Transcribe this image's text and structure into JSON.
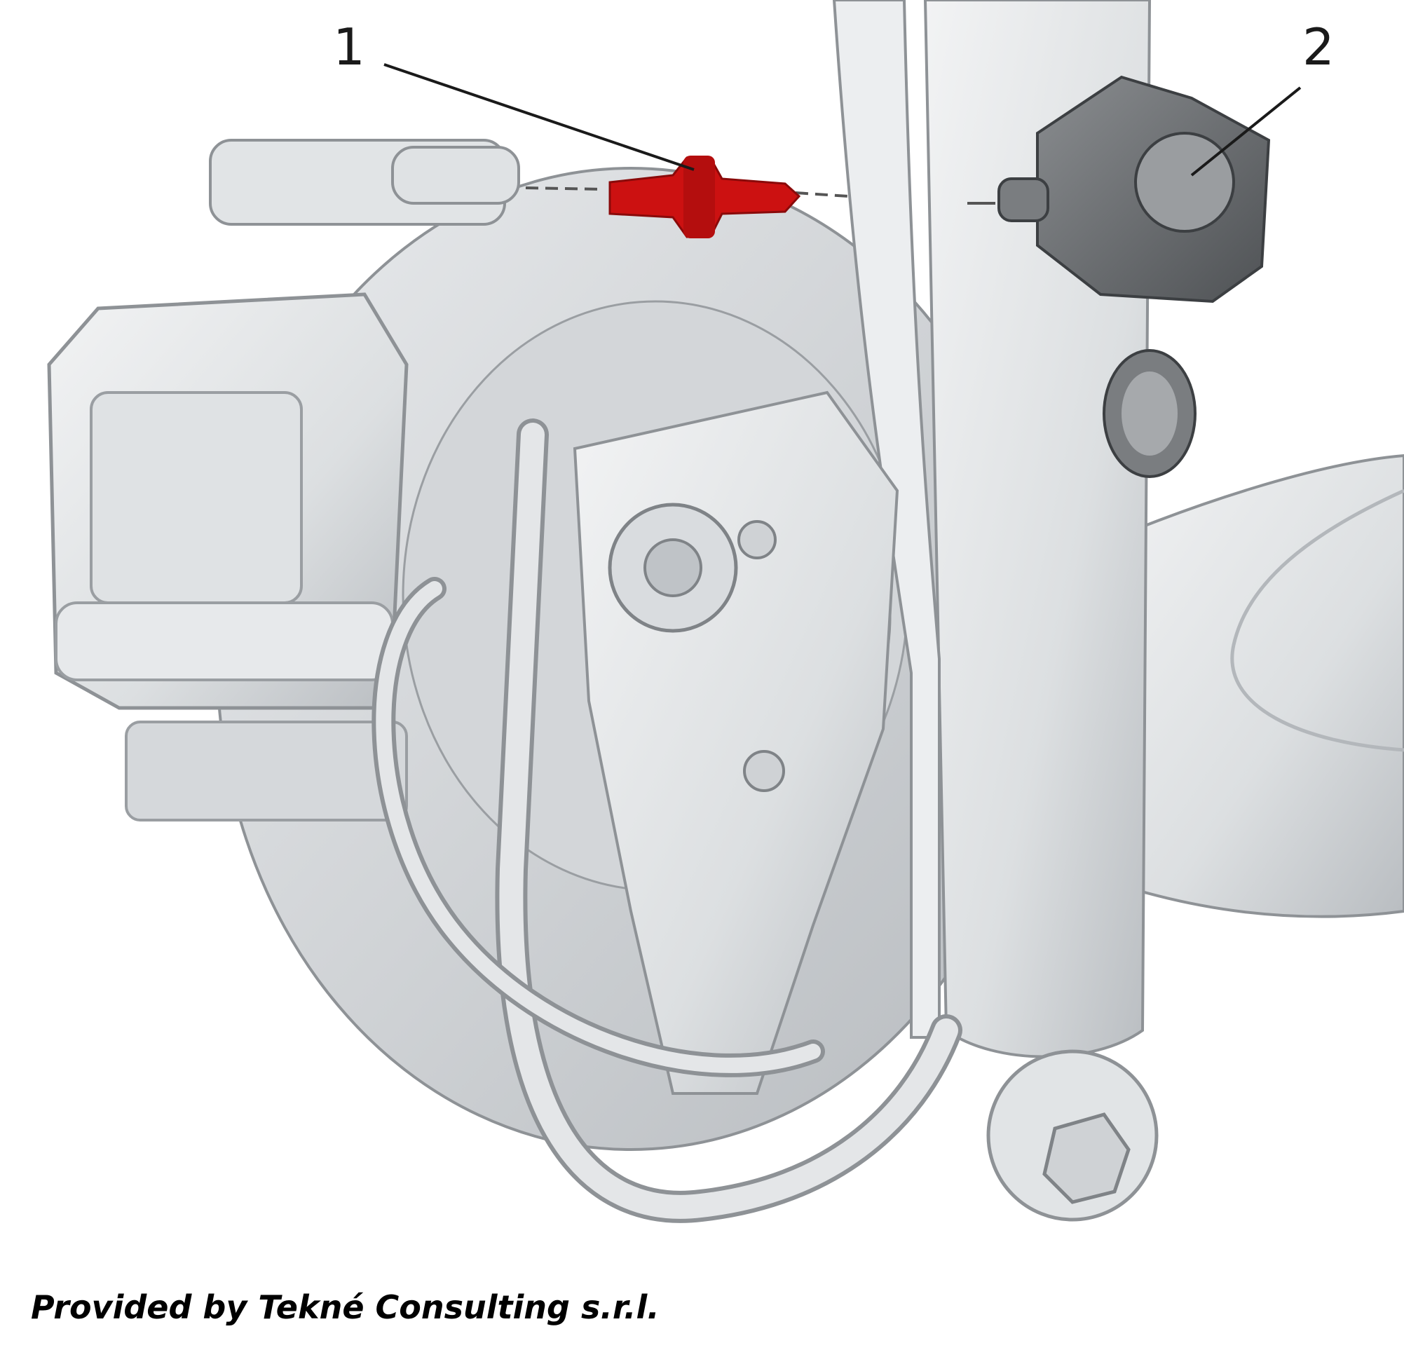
{
  "callouts": [
    {
      "label": "1"
    },
    {
      "label": "2"
    }
  ],
  "credit": "Provided by Tekné Consulting s.r.l.",
  "colors": {
    "highlight": "#cc1111",
    "metal_light": "#e6e8ea",
    "metal_mid": "#c7cacd",
    "metal_dark": "#8e9296",
    "sensor": "#6f7275"
  }
}
